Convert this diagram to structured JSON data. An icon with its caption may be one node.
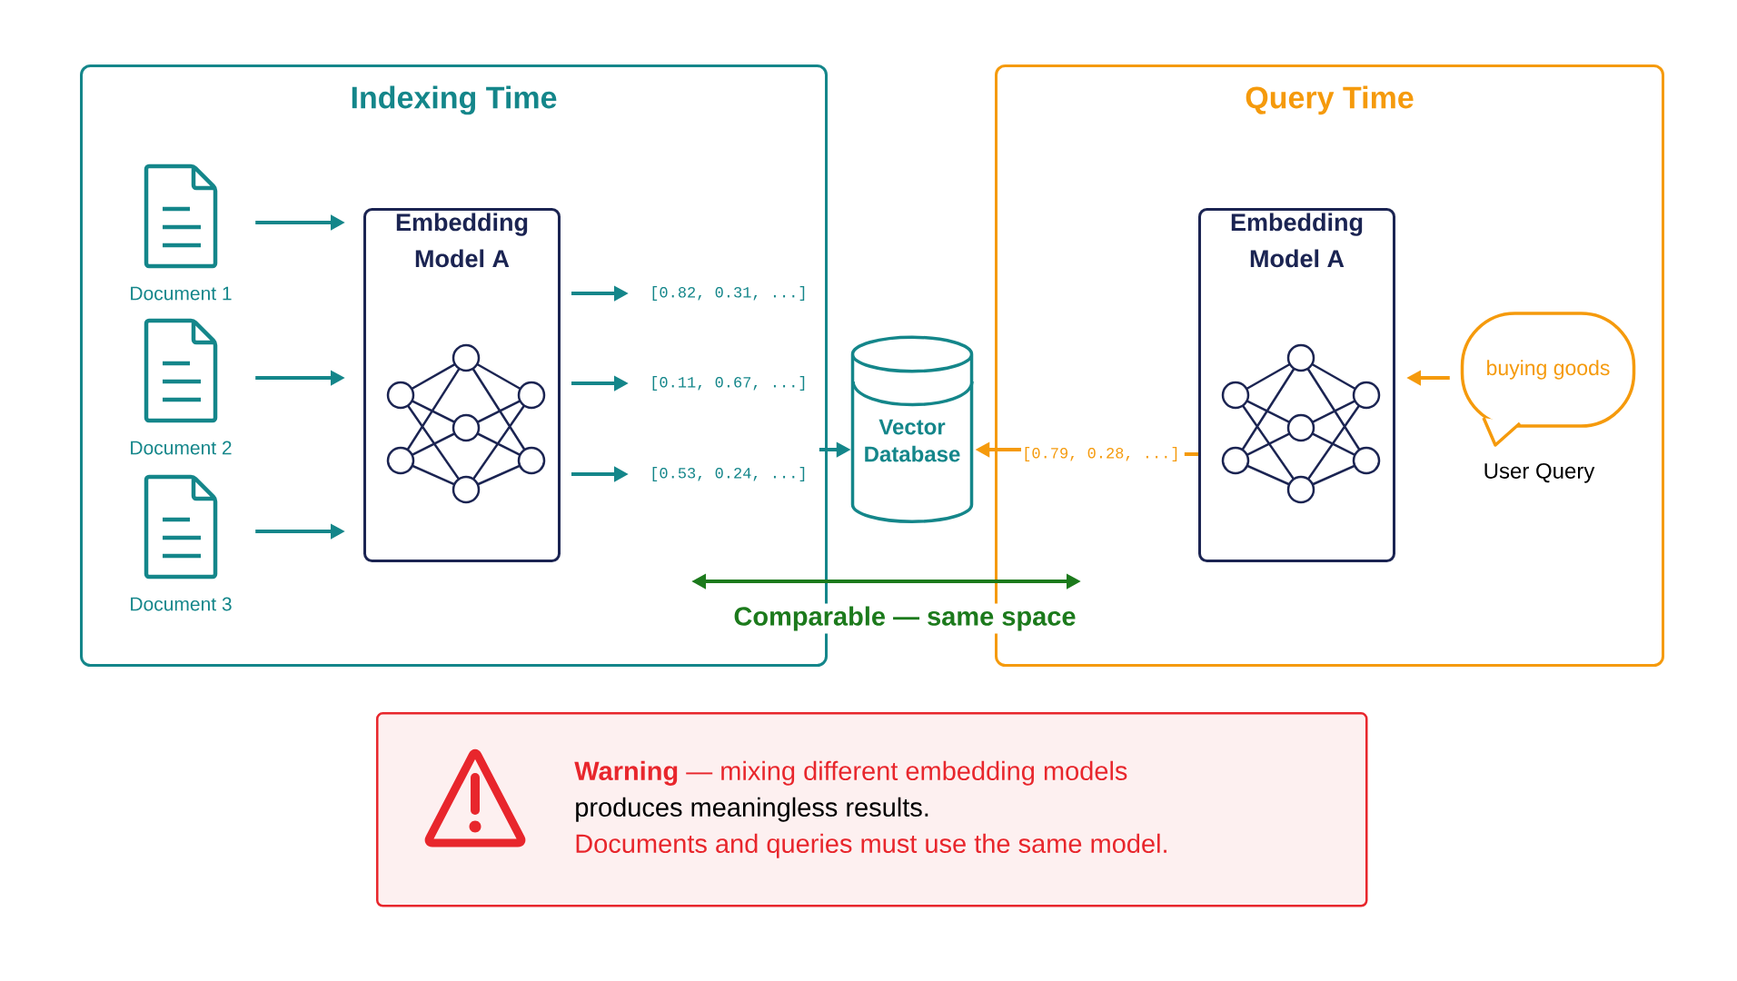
{
  "diagram": {
    "nodes": [
      {
        "text": [
          "Indexing Time"
        ]
      },
      {
        "text": [
          "Document 1"
        ],
        "in": 0
      },
      {
        "text": [
          "Document 2"
        ],
        "in": 0
      },
      {
        "text": [
          "Document 3"
        ],
        "in": 0
      },
      {
        "text": [
          "Embedding Model A"
        ],
        "in": 0
      },
      {
        "text": [
          "[0.82, 0.31, ...]"
        ],
        "in": 0
      },
      {
        "text": [
          "[0.11, 0.67, ...]"
        ],
        "in": 0
      },
      {
        "text": [
          "[0.53, 0.24, ...]"
        ],
        "in": 0
      },
      {
        "text": [
          "Vector Database"
        ]
      },
      {
        "text": [
          "Query Time"
        ]
      },
      {
        "text": [
          "Embedding Model A"
        ],
        "in": 9
      },
      {
        "text": [
          "buying goods"
        ],
        "beside": [
          "User Query"
        ],
        "in": 9
      },
      {
        "text": [
          "[0.79, 0.28, ...]"
        ],
        "in": 9
      },
      {
        "text": [
          "**Warning** — mixing different embedding models",
          "produces meaningless results.",
          "Documents and queries must use the same model."
        ]
      }
    ],
    "edges": [
      {
        "from": 1,
        "to": 4,
        "arrow": "to"
      },
      {
        "from": 2,
        "to": 4,
        "arrow": "to"
      },
      {
        "from": 3,
        "to": 4,
        "arrow": "to"
      },
      {
        "from": 4,
        "to": 5,
        "arrow": "to"
      },
      {
        "from": 4,
        "to": 6,
        "arrow": "to"
      },
      {
        "from": 4,
        "to": 7,
        "arrow": "to"
      },
      {
        "from": 7,
        "to": 8,
        "arrow": "to"
      },
      {
        "from": 12,
        "to": 8,
        "arrow": "to",
        "color": "#f59a0c"
      },
      {
        "from": 10,
        "to": 12,
        "arrow": "none",
        "color": "#f59a0c"
      },
      {
        "from": 11,
        "to": 10,
        "arrow": "to",
        "color": "#f59a0c"
      },
      {
        "from": 0,
        "to": 9,
        "arrow": "both",
        "label": "Comparable — same space",
        "color": "#1c7a1c"
      }
    ]
  }
}
